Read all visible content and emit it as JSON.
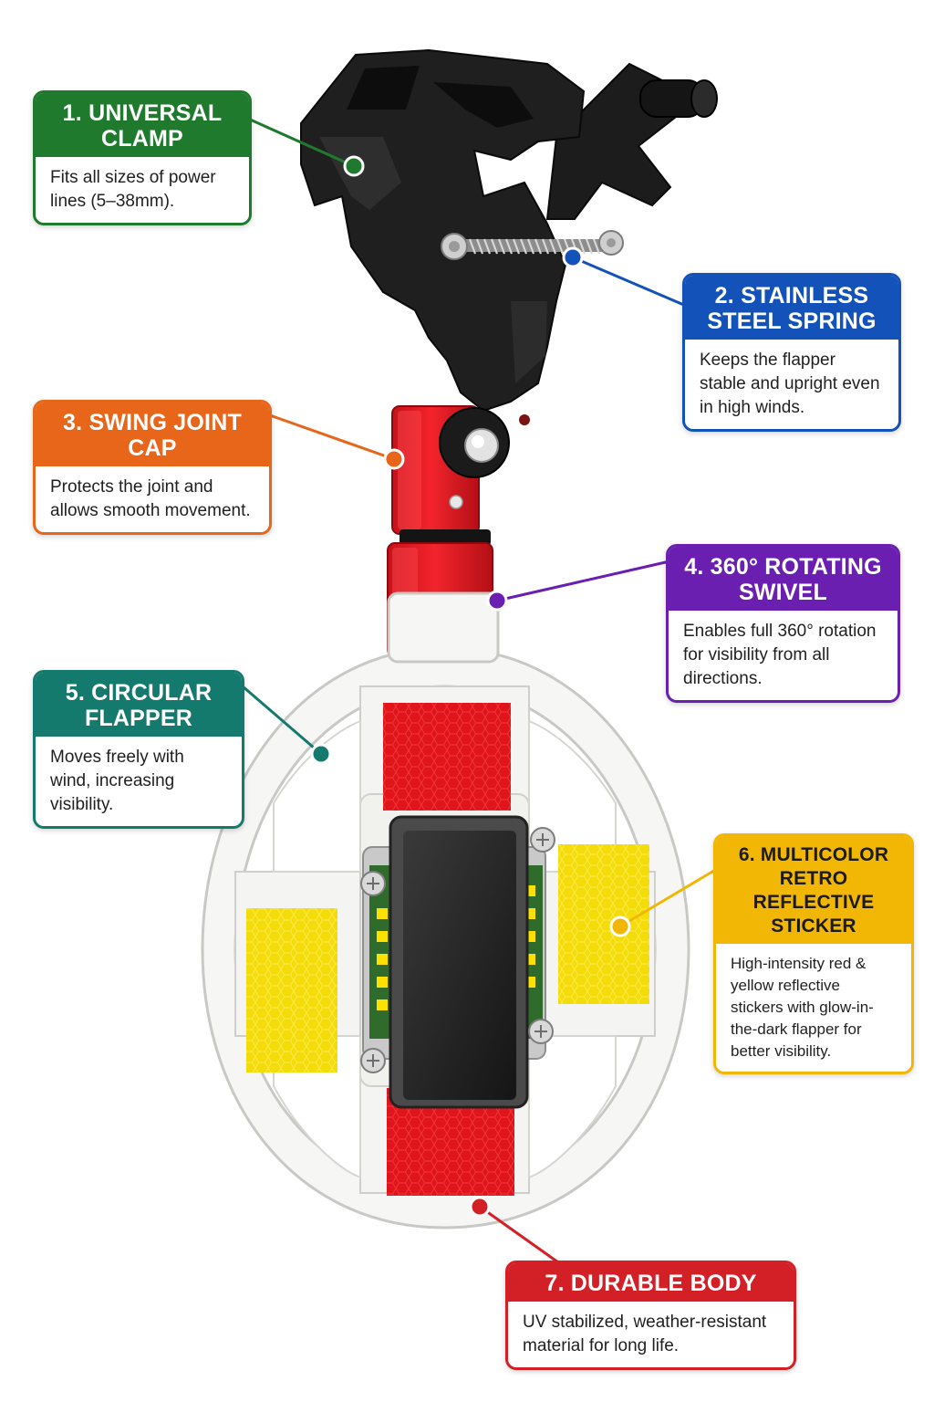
{
  "colors": {
    "clamp": "#1f7a2e",
    "spring": "#1352b8",
    "swing": "#e8661a",
    "swivel": "#6a1fb0",
    "flapper": "#157a6e",
    "sticker": "#f2b705",
    "body": "#d31f26"
  },
  "callouts": {
    "clamp": {
      "title": "1. UNIVERSAL CLAMP",
      "text": "Fits all sizes of power lines (5–38mm)."
    },
    "spring": {
      "title": "2. STAINLESS STEEL SPRING",
      "text": "Keeps the flapper stable and upright even in high winds."
    },
    "swing": {
      "title": "3. SWING JOINT CAP",
      "text": "Protects the joint and allows smooth movement."
    },
    "swivel": {
      "title": "4. 360° ROTATING SWIVEL",
      "text": "Enables full 360° rotation for visibility from all directions."
    },
    "flapper": {
      "title": "5. CIRCULAR FLAPPER",
      "text": "Moves freely with wind, increasing visibility."
    },
    "sticker": {
      "title": "6. MULTICOLOR RETRO REFLECTIVE STICKER",
      "text": "High-intensity red & yellow reflective stickers with glow-in-the-dark flapper for better visibility."
    },
    "body": {
      "title": "7. DURABLE BODY",
      "text": "UV stabilized, weather-resistant material for long life."
    }
  }
}
